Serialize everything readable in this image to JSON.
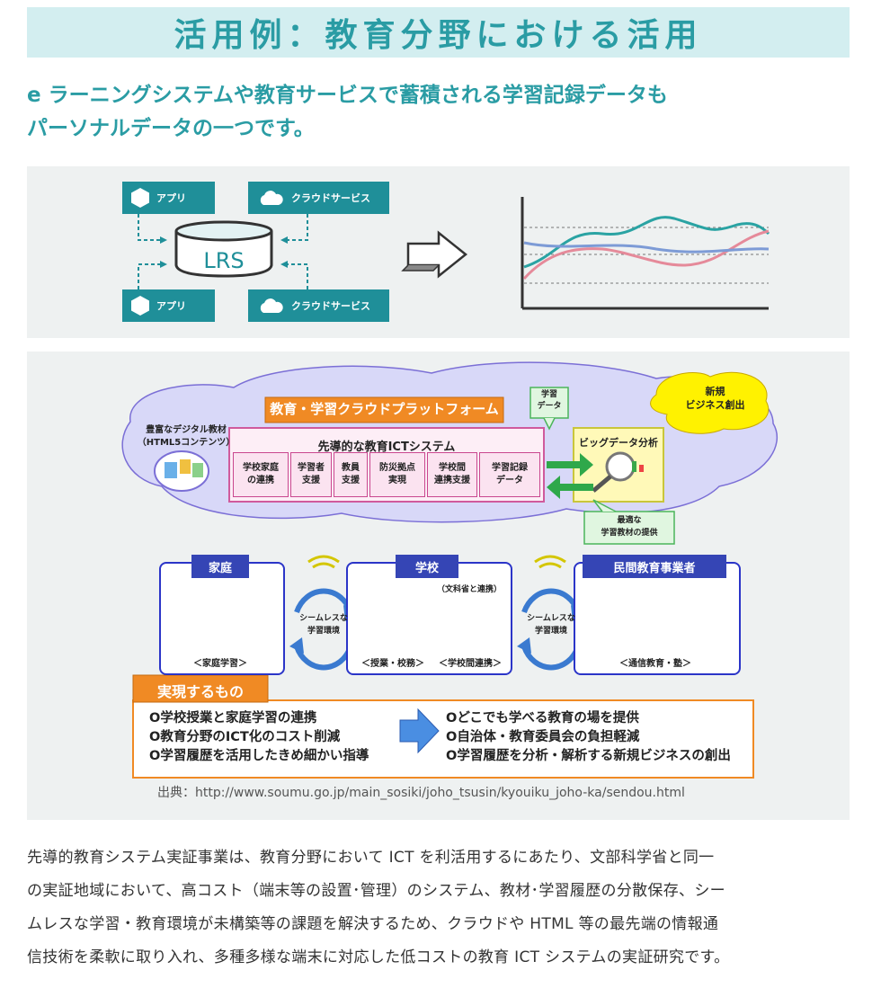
{
  "header": {
    "title": "活用例：教育分野における活用"
  },
  "lead": {
    "line1": "e ラーニングシステムや教育サービスで蓄積される学習記録データも",
    "line2": "パーソナルデータの一つです。"
  },
  "lrs_panel": {
    "tags": [
      "アプリ",
      "クラウドサービス",
      "アプリ",
      "クラウドサービス"
    ],
    "center_label": "LRS",
    "colors": {
      "accent": "#1f8f99",
      "line_teal": "#2aa3a3",
      "line_pink": "#e58a9a",
      "line_blue": "#7d9bd6"
    }
  },
  "diagram": {
    "platform_title": "教育・学習クラウドプラットフォーム",
    "digital_material": "豊富なデジタル教材",
    "digital_material_sub": "（HTML5コンテンツ）",
    "system_title": "先導的な教育ICTシステム",
    "cells": [
      "学校家庭\nの連携",
      "学習者\n支援",
      "教員\n支援",
      "防災拠点\n実現",
      "学校間\n連携支援",
      "学習記録\nデータ"
    ],
    "learning_data": "学習\nデータ",
    "big_data": "ビッグデータ分析",
    "new_business": "新規\nビジネス創出",
    "optimal": "最適な\n学習教材の提供",
    "home": {
      "label": "家庭",
      "caption": "＜家庭学習＞"
    },
    "seamless": "シームレスな\n学習環境",
    "school": {
      "label": "学校",
      "note": "（文科省と連携）",
      "caption1": "＜授業・校務＞",
      "caption2": "＜学校間連携＞"
    },
    "private": {
      "label": "民間教育事業者",
      "caption": "＜通信教育・塾＞"
    },
    "realize_title": "実現するもの",
    "left_items": [
      "O学校授業と家庭学習の連携",
      "O教育分野のICT化のコスト削減",
      "O学習履歴を活用したきめ細かい指導"
    ],
    "right_items": [
      "Oどこでも学べる教育の場を提供",
      "O自治体・教育委員会の負担軽減",
      "O学習履歴を分析・解析する新規ビジネスの創出"
    ],
    "source": "出典：http://www.soumu.go.jp/main_sosiki/joho_tsusin/kyouiku_joho-ka/sendou.html"
  },
  "body": {
    "lines": [
      "先導的教育システム実証事業は、教育分野において ICT を利活用するにあたり、文部科学省と同一",
      "の実証地域において、高コスト（端末等の設置･管理）のシステム、教材･学習履歴の分散保存、シー",
      "ムレスな学習・教育環境が未構築等の課題を解決するため、クラウドや HTML 等の最先端の情報通",
      "信技術を柔軟に取り入れ、多種多様な端末に対応した低コストの教育 ICT システムの実証研究です。"
    ]
  }
}
